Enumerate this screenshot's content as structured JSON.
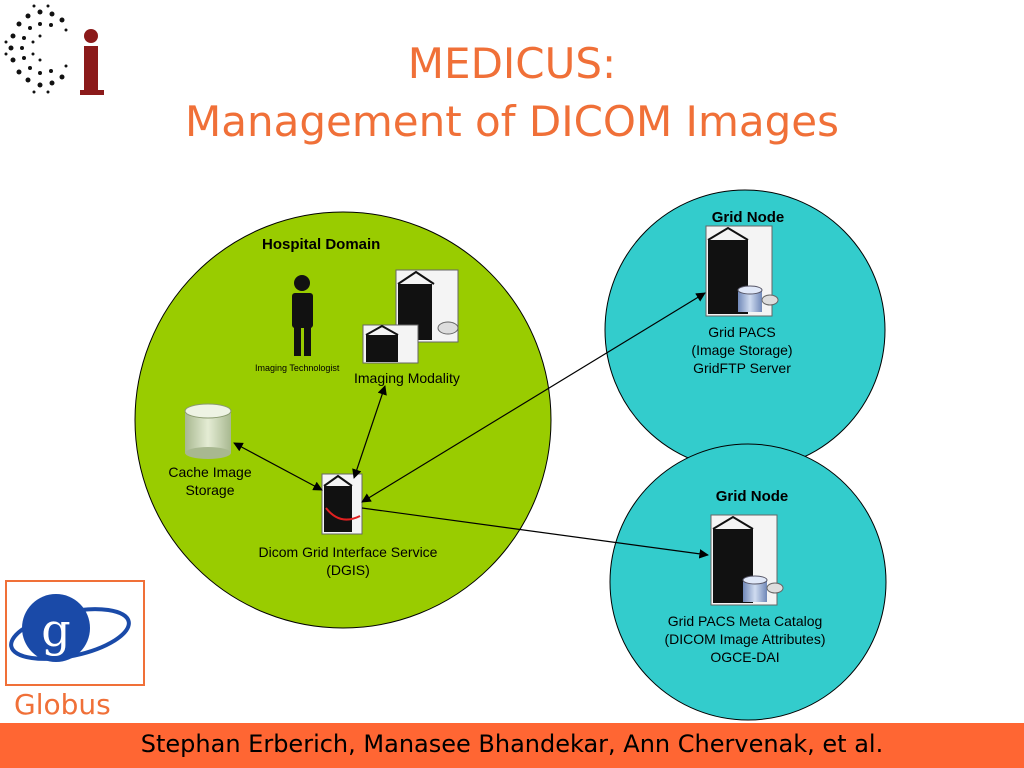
{
  "slide": {
    "title_line1": "MEDICUS:",
    "title_line2": "Management of DICOM Images",
    "footer": "Stephan Erberich, Manasee Bhandekar, Ann Chervenak, et al.",
    "logo_label": "Globus"
  },
  "diagram": {
    "hospital_domain": "Hospital Domain",
    "imaging_technologist": "Imaging Technologist",
    "imaging_modality": "Imaging Modality",
    "cache_line1": "Cache Image",
    "cache_line2": "Storage",
    "dgis_line1": "Dicom Grid Interface Service",
    "dgis_line2": "(DGIS)",
    "grid_node_top": "Grid Node",
    "pacs_line1": "Grid PACS",
    "pacs_line2": "(Image Storage)",
    "pacs_line3": "GridFTP Server",
    "grid_node_bottom": "Grid Node",
    "meta_line1": "Grid PACS Meta Catalog",
    "meta_line2": "(DICOM Image Attributes)",
    "meta_line3": "OGCE-DAI"
  },
  "colors": {
    "title": "#f07038",
    "hospital_circle": "#99cc00",
    "grid_circle": "#33cccc",
    "footer_bar": "#ff6633"
  }
}
